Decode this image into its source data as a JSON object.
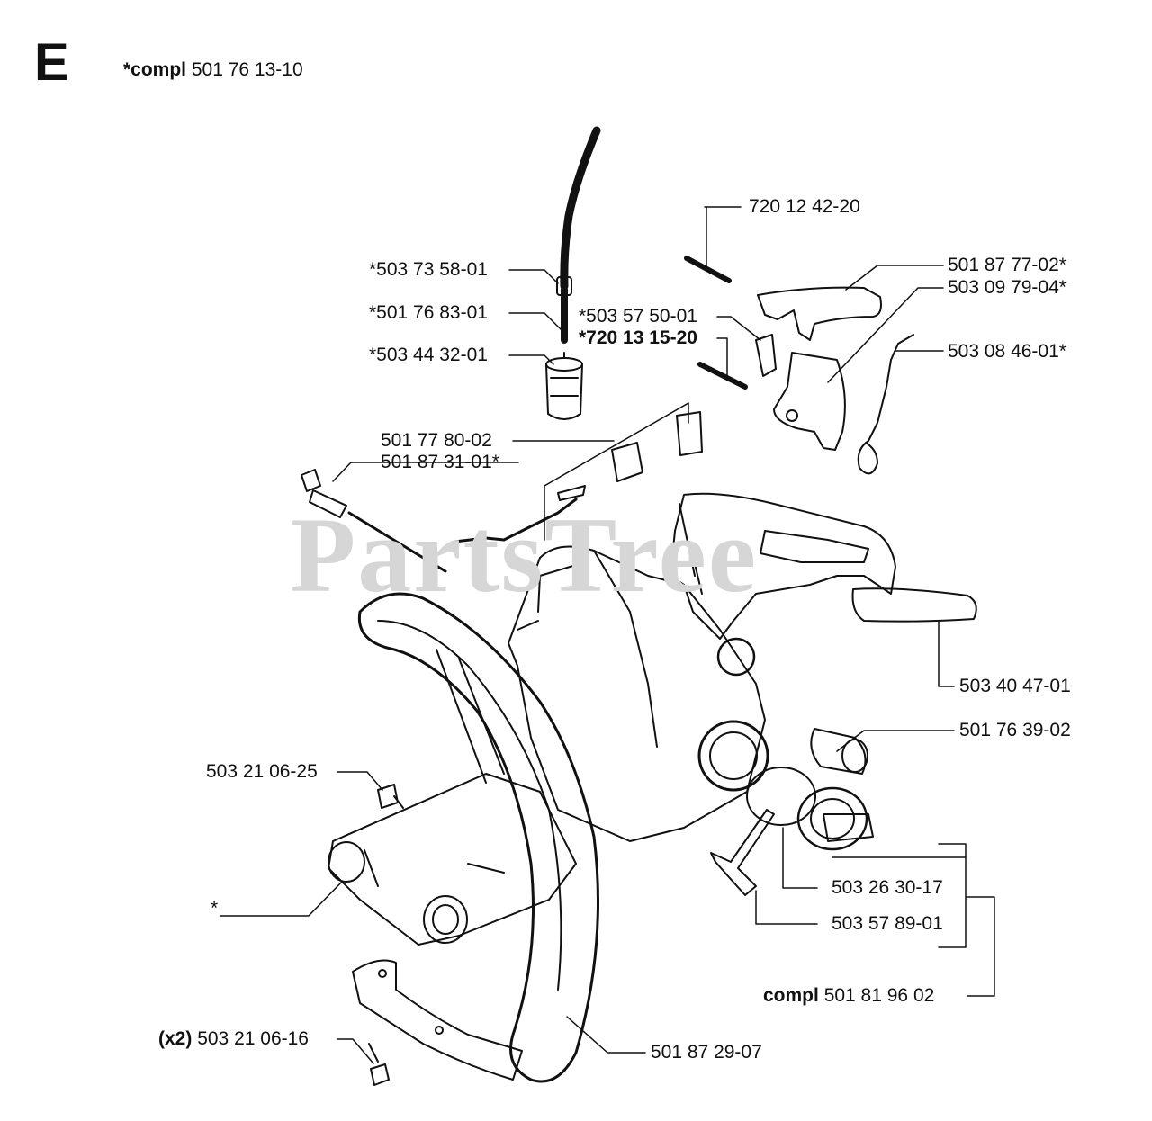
{
  "section_letter": "E",
  "header": {
    "compl_label": "*compl",
    "compl_number": "501 76 13-10"
  },
  "watermark": "PartsTree",
  "labels": {
    "p1": "720 12 42-20",
    "p2": "501 87 77-02*",
    "p3": "503 09 79-04*",
    "p4": "503 08 46-01*",
    "p5": "*503 73 58-01",
    "p6": "*501 76 83-01",
    "p7": "*503 57 50-01",
    "p8": "*720 13 15-20",
    "p9": "*503 44 32-01",
    "p10": "501 77 80-02",
    "p11": "501 87 31-01*",
    "p12": "503 40 47-01",
    "p13": "501 76 39-02",
    "p14": "503 21 06-25",
    "p15": "*",
    "p16": "503 26 30-17",
    "p17": "503 57 89-01",
    "p18_prefix": "compl",
    "p18": "501 81 96 02",
    "p19_prefix": "(x2)",
    "p19": "503 21 06-16",
    "p20": "501 87 29-07"
  }
}
